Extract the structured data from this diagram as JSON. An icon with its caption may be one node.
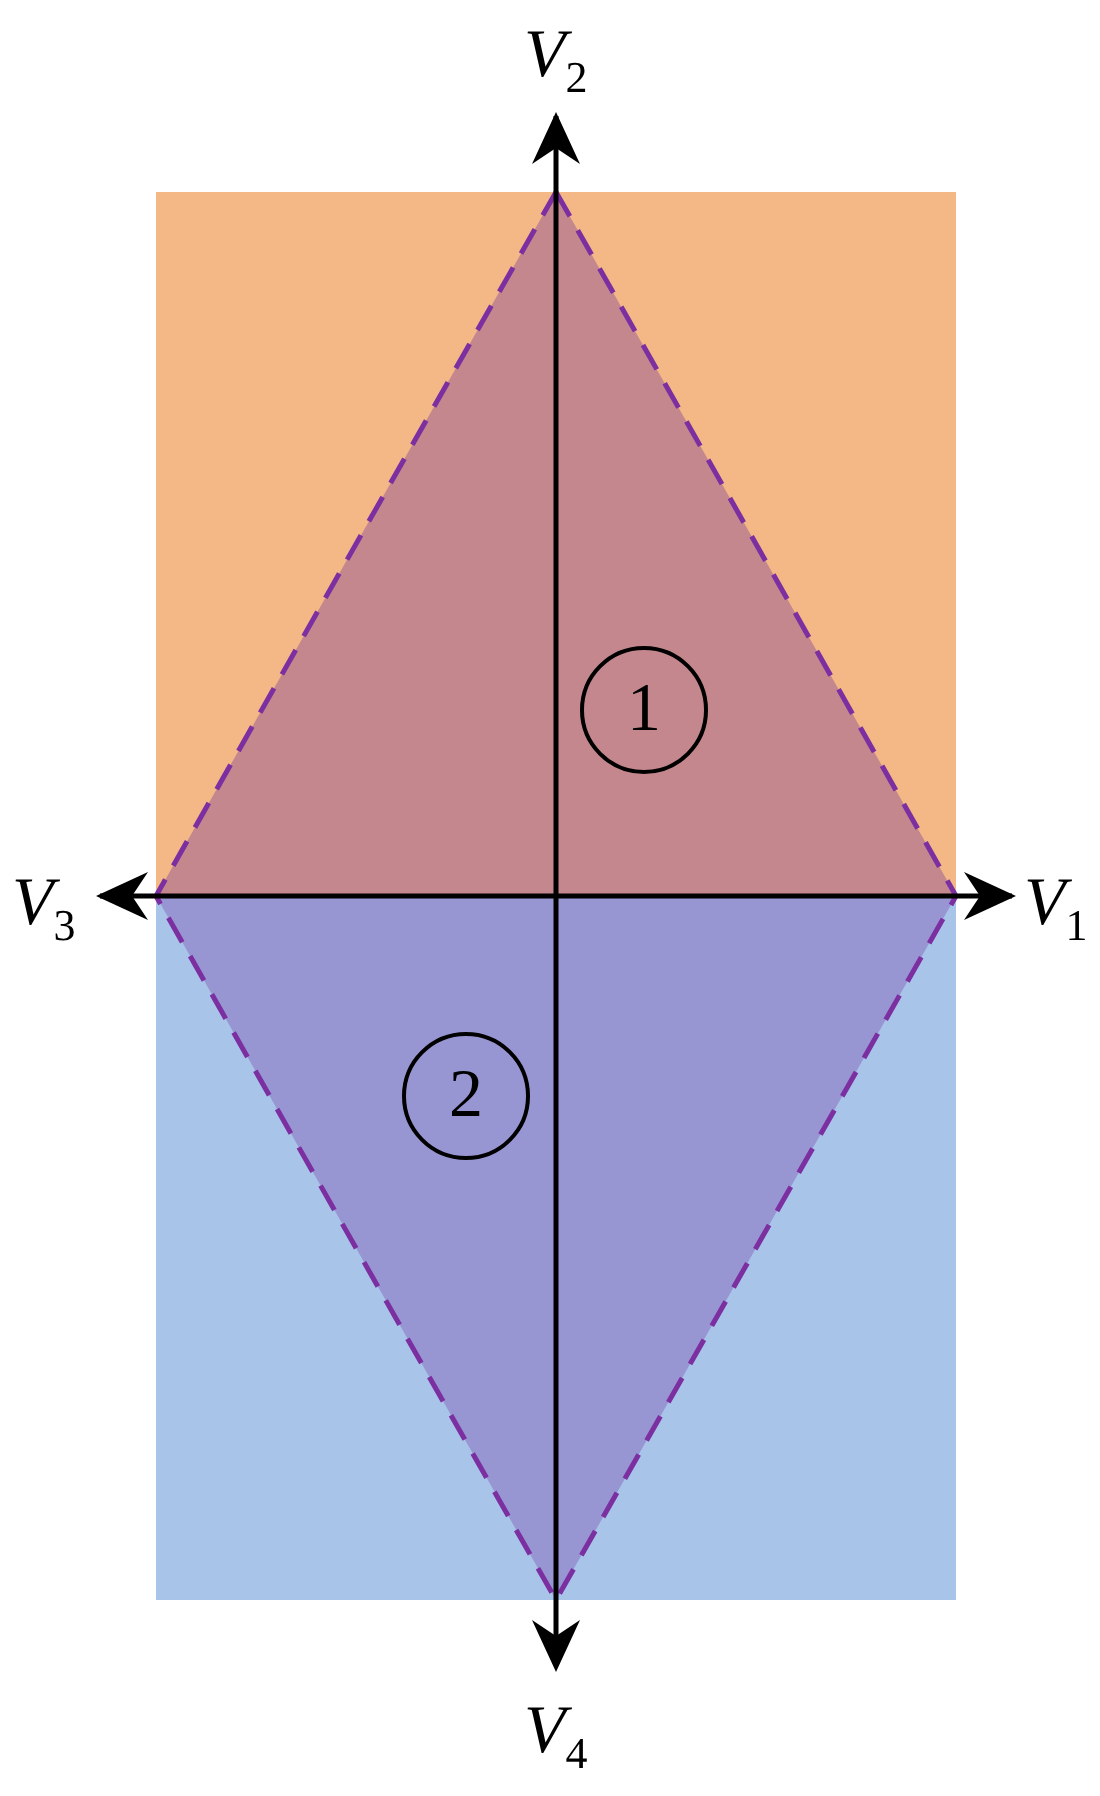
{
  "diagram": {
    "nodes": [
      {
        "text": [
          "1"
        ]
      },
      {
        "text": [
          "2"
        ]
      }
    ],
    "labels": [
      "*V*$_{2}$",
      "*V*$_{3}$",
      "*V*$_{1}$",
      "*V*$_{4}$"
    ]
  }
}
